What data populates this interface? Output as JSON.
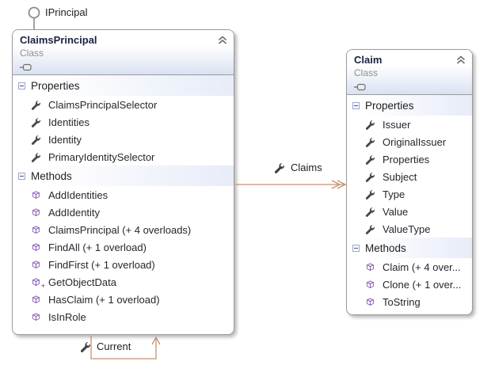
{
  "diagram": {
    "interface": {
      "label": "IPrincipal"
    },
    "classes": [
      {
        "title": "ClaimsPrincipal",
        "stereotype": "Class",
        "sections": [
          {
            "label": "Properties",
            "members": [
              {
                "icon": "property-wrench",
                "label": "ClaimsPrincipalSelector"
              },
              {
                "icon": "property-wrench",
                "label": "Identities"
              },
              {
                "icon": "property-wrench",
                "label": "Identity"
              },
              {
                "icon": "property-wrench",
                "label": "PrimaryIdentitySelector"
              }
            ]
          },
          {
            "label": "Methods",
            "members": [
              {
                "icon": "method-cube",
                "label": "AddIdentities"
              },
              {
                "icon": "method-cube",
                "label": "AddIdentity"
              },
              {
                "icon": "method-cube",
                "label": "ClaimsPrincipal (+ 4 overloads)"
              },
              {
                "icon": "method-cube",
                "label": "FindAll (+ 1 overload)"
              },
              {
                "icon": "method-cube",
                "label": "FindFirst (+ 1 overload)"
              },
              {
                "icon": "method-cube-plus",
                "label": "GetObjectData"
              },
              {
                "icon": "method-cube",
                "label": "HasClaim (+ 1 overload)"
              },
              {
                "icon": "method-cube",
                "label": "IsInRole"
              }
            ]
          }
        ]
      },
      {
        "title": "Claim",
        "stereotype": "Class",
        "sections": [
          {
            "label": "Properties",
            "members": [
              {
                "icon": "property-wrench",
                "label": "Issuer"
              },
              {
                "icon": "property-wrench",
                "label": "OriginalIssuer"
              },
              {
                "icon": "property-wrench",
                "label": "Properties"
              },
              {
                "icon": "property-wrench",
                "label": "Subject"
              },
              {
                "icon": "property-wrench",
                "label": "Type"
              },
              {
                "icon": "property-wrench",
                "label": "Value"
              },
              {
                "icon": "property-wrench",
                "label": "ValueType"
              }
            ]
          },
          {
            "label": "Methods",
            "members": [
              {
                "icon": "method-cube",
                "label": "Claim (+ 4 over..."
              },
              {
                "icon": "method-cube",
                "label": "Clone (+ 1 over..."
              },
              {
                "icon": "method-cube",
                "label": "ToString"
              }
            ]
          }
        ]
      }
    ],
    "associations": [
      {
        "label": "Claims"
      },
      {
        "label": "Current"
      }
    ],
    "colors": {
      "association": "#c4916f",
      "method_purple": "#7a4fae",
      "property_gray": "#474747",
      "header_tint": "#d9e1f2",
      "border_gray": "#9b9b9b"
    }
  }
}
